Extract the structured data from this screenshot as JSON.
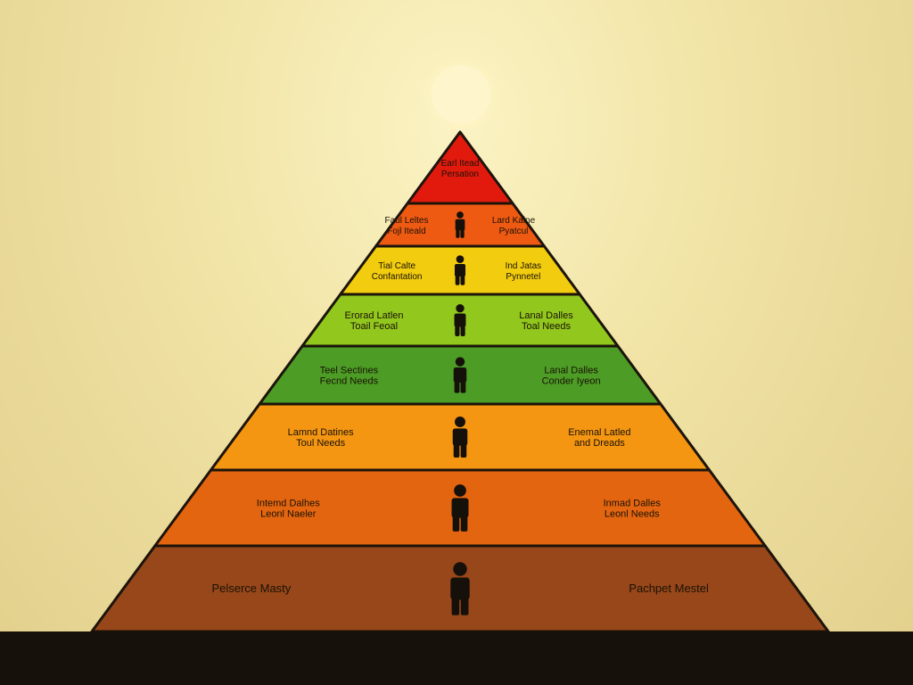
{
  "pyramid": {
    "levels": [
      {
        "left": [
          "Earl Itead",
          "Persation"
        ],
        "right": [],
        "color": "#e21a0e",
        "figure": false
      },
      {
        "left": [
          "Faul Leltes",
          "Fojl Iteald"
        ],
        "right": [
          "Lard Kaine",
          "Pyatcul"
        ],
        "color": "#ef5a12",
        "figure": true
      },
      {
        "left": [
          "Tial Calte",
          "Confantation"
        ],
        "right": [
          "Ind Jatas",
          "Pynnetel"
        ],
        "color": "#f2cc0e",
        "figure": true
      },
      {
        "left": [
          "Erorad Latlen",
          "Toail Feoal"
        ],
        "right": [
          "Lanal Dalles",
          "Toal Needs"
        ],
        "color": "#92c71d",
        "figure": true
      },
      {
        "left": [
          "Teel Sectines",
          "Fecnd Needs"
        ],
        "right": [
          "Lanal Dalles",
          "Conder Iyeon"
        ],
        "color": "#4c9c25",
        "figure": true
      },
      {
        "left": [
          "Lamnd Datines",
          "Toul Needs"
        ],
        "right": [
          "Enemal Latled",
          "and Dreads"
        ],
        "color": "#f59612",
        "figure": true
      },
      {
        "left": [
          "Intemd Dalhes",
          "Leonl Naeler"
        ],
        "right": [
          "Inmad Dalles",
          "Leonl Needs"
        ],
        "color": "#e4650f",
        "figure": true
      },
      {
        "left": [
          "Pelserce Masty"
        ],
        "right": [
          "Pachpet Mestel"
        ],
        "color": "#974719",
        "figure": true
      }
    ]
  },
  "colors": {
    "sky_top": "#fbf3c4",
    "sun": "#fff6d0",
    "ground": "#17110b",
    "outline": "#1c140b",
    "figure": "#15100a"
  }
}
